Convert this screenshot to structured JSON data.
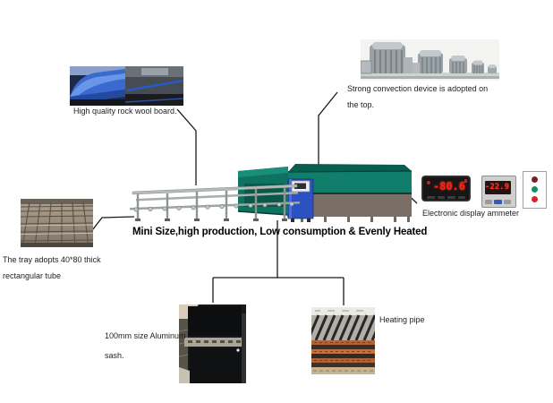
{
  "diagram": {
    "tagline": "Mini Size,high production, Low consumption & Evenly Heated",
    "rock_wool": {
      "caption": "High quality rock wool board."
    },
    "convection": {
      "caption_line1": "Strong convection device is adopted on",
      "caption_line2": "the top."
    },
    "ammeter": {
      "caption": "Electronic display ammeter",
      "display1_value": "-80.6",
      "display2_value": "-22.9"
    },
    "tray": {
      "caption_line1": "The tray adopts 40*80 thick",
      "caption_line2": "rectangular tube"
    },
    "sash": {
      "caption_line1": "100mm size Aluminum",
      "caption_line2": "sash."
    },
    "heating_pipe": {
      "caption": "Heating pipe"
    }
  },
  "colors": {
    "machine_teal": "#117e6c",
    "machine_teal_dark": "#0a5e50",
    "machine_body_gray": "#7b6e67",
    "cabinet_blue": "#2c52c2",
    "conveyor_gray": "#b6bab8",
    "led_red": "#ff2012",
    "indicator_maroon": "#7c2023",
    "indicator_green": "#1e8a60",
    "indicator_red": "#e01f1f",
    "connector_line": "#1a1a1a"
  }
}
